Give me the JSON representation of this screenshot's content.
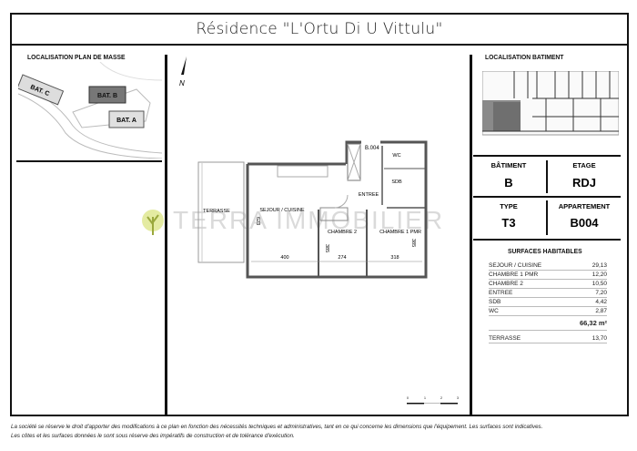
{
  "header": {
    "title": "Résidence \"L'Ortu Di U Vittulu\""
  },
  "site_plan": {
    "label": "LOCALISATION PLAN DE MASSE",
    "buildings": [
      "BAT. C",
      "BAT. B",
      "BAT. A"
    ]
  },
  "floor_plan": {
    "north_label": "N",
    "unit_label": "B.004",
    "rooms": [
      "TERRASSE",
      "SEJOUR / CUISINE",
      "ENTREE",
      "WC",
      "SDB",
      "CHAMBRE 2",
      "CHAMBRE 1 PMR"
    ],
    "dimensions": [
      "400",
      "274",
      "318",
      "385",
      "385",
      "623"
    ],
    "scale_ticks": [
      "0",
      "1",
      "2",
      "3"
    ],
    "watermark": "TERRA IMMOBILIER"
  },
  "building_location": {
    "label": "LOCALISATION BATIMENT",
    "highlight_color": "#7a7a7a"
  },
  "info": {
    "batiment_label": "BÂTIMENT",
    "batiment": "B",
    "etage_label": "ETAGE",
    "etage": "RDJ",
    "type_label": "TYPE",
    "type": "T3",
    "appartement_label": "APPARTEMENT",
    "appartement": "B004"
  },
  "surfaces": {
    "title": "SURFACES HABITABLES",
    "rows": [
      {
        "name": "SEJOUR / CUISINE",
        "value": "29,13"
      },
      {
        "name": "CHAMBRE 1  PMR",
        "value": "12,20"
      },
      {
        "name": "CHAMBRE 2",
        "value": "10,50"
      },
      {
        "name": "ENTREE",
        "value": "7,20"
      },
      {
        "name": "SDB",
        "value": "4,42"
      },
      {
        "name": "WC",
        "value": "2,87"
      }
    ],
    "total": "66,32 m²",
    "terrace": {
      "name": "TERRASSE",
      "value": "13,70"
    }
  },
  "footer": {
    "line1": "La société se réserve le droit d'apporter des modifications à ce plan en fonction des nécessités techniques et administratives, tant en ce qui concerne les dimensions que l'équipement. Les surfaces sont indicatives.",
    "line2": "Les côtes et les surfaces données le sont sous réserve des impératifs de construction et de tolérance d'exécution."
  }
}
